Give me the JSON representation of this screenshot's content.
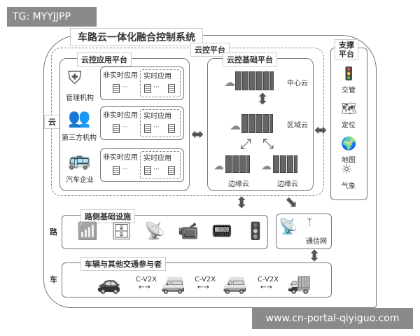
{
  "badge": "TG: MYYJJPP",
  "watermark": "www.cn-portal-qiyiguo.com",
  "title": "车路云一体化融合控制系统",
  "layers": {
    "cloud": "云",
    "road": "路",
    "vehicle": "车"
  },
  "cloud_platform": {
    "label": "云控平台",
    "application": {
      "label": "云控应用平台",
      "rows": [
        {
          "actor": "管理机构",
          "icon": "shield-globe-icon",
          "non_realtime": "非实时应用",
          "realtime": "实时应用"
        },
        {
          "actor": "第三方机构",
          "icon": "people-icon",
          "non_realtime": "非实时应用",
          "realtime": "实时应用"
        },
        {
          "actor": "汽车企业",
          "icon": "bus-front-icon",
          "non_realtime": "非实时应用",
          "realtime": "实时应用"
        }
      ],
      "ellipsis": "···"
    },
    "base": {
      "label": "云控基础平台",
      "center": "中心云",
      "region": "区域云",
      "edge1": "边缘云",
      "edge2": "边缘云"
    }
  },
  "support": {
    "label1": "支撑",
    "label2": "平台",
    "items": [
      {
        "label": "交管",
        "icon": "traffic-light-icon"
      },
      {
        "label": "定位",
        "icon": "map-pin-icon"
      },
      {
        "label": "地图",
        "icon": "globe-icon"
      },
      {
        "label": "气象",
        "icon": "sun-icon"
      }
    ]
  },
  "roadside": {
    "label": "路侧基础设施",
    "icons": [
      "router-icon",
      "server-icon",
      "radar-icon",
      "camera-icon",
      "rsu-icon",
      "traffic-light-icon"
    ]
  },
  "network": {
    "label": "通信网"
  },
  "vehicles": {
    "label": "车辆与其他交通参与者",
    "link": "C-V2X",
    "icons": [
      "car-icon",
      "bus-icon",
      "bus-icon",
      "truck-icon"
    ]
  }
}
